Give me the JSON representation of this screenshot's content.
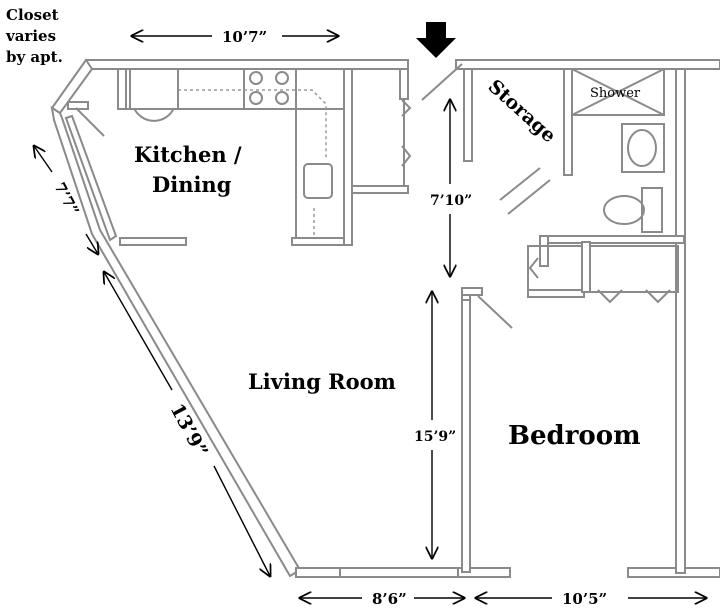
{
  "rooms": {
    "kitchen_line1": "Kitchen /",
    "kitchen_line2": "Dining",
    "living": "Living Room",
    "bedroom": "Bedroom",
    "storage": "Storage",
    "shower": "Shower"
  },
  "note": {
    "line1": "Closet",
    "line2": "varies",
    "line3": "by apt."
  },
  "dimensions": {
    "kitchen_width": "10’7”",
    "corner_diagonal": "7’7”",
    "living_diagonal": "13’9”",
    "hall_length": "7’10”",
    "living_depth": "15’9”",
    "living_width": "8’6”",
    "bedroom_width": "10’5”"
  },
  "entry": {
    "marker": "entrance-arrow"
  }
}
